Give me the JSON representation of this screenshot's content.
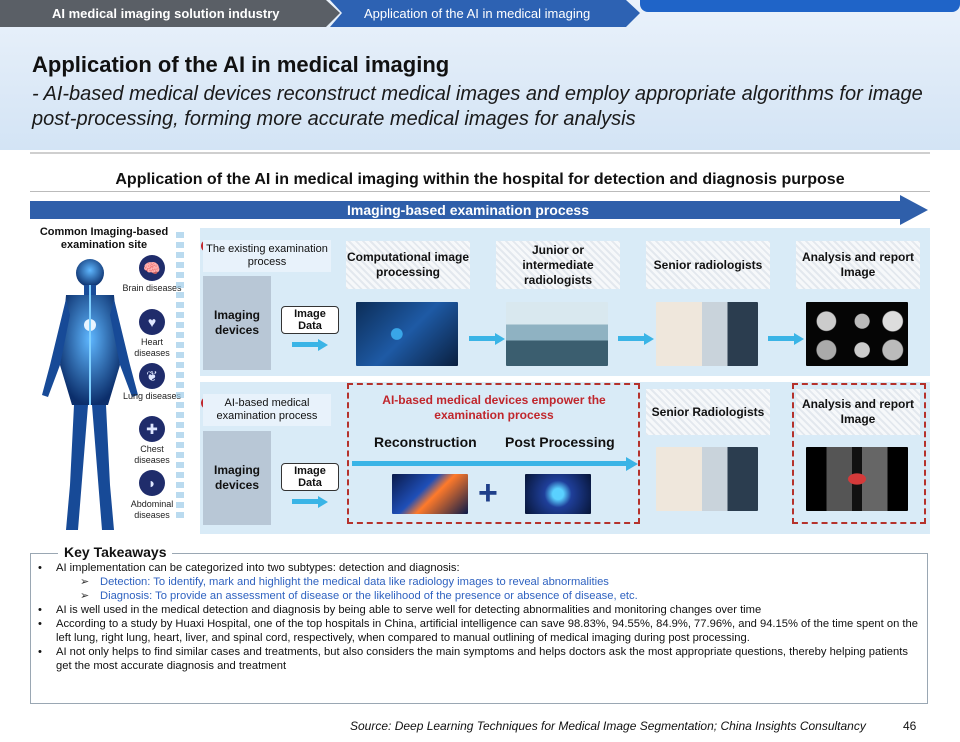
{
  "header": {
    "breadcrumb_1": "AI medical imaging solution industry",
    "breadcrumb_2": "Application of the AI in medical imaging",
    "title": "Application of the AI in medical imaging",
    "subtitle": "- AI-based medical devices reconstruct medical images and employ appropriate algorithms for image post-processing, forming more accurate medical images for analysis"
  },
  "section": {
    "title": "Application of the AI in medical imaging within the hospital for detection and diagnosis purpose",
    "process_arrow": "Imaging-based examination process"
  },
  "sites": {
    "title": "Common Imaging-based examination site",
    "items": [
      {
        "label": "Brain diseases",
        "icon": "brain-icon"
      },
      {
        "label": "Heart diseases",
        "icon": "heart-icon"
      },
      {
        "label": "Lung diseases",
        "icon": "lung-icon"
      },
      {
        "label": "Chest diseases",
        "icon": "chest-icon"
      },
      {
        "label": "Abdominal diseases",
        "icon": "abdomen-icon"
      }
    ]
  },
  "row1": {
    "badge": "1",
    "label": "The existing examination process",
    "devices": "Imaging devices",
    "image_data": "Image Data",
    "steps": [
      "Computational image processing",
      "Junior or intermediate radiologists",
      "Senior radiologists",
      "Analysis and report Image"
    ]
  },
  "row2": {
    "badge": "2",
    "label": "AI-based medical examination process",
    "devices": "Imaging devices",
    "image_data": "Image Data",
    "ai_heading": "AI-based medical devices empower the examination process",
    "reconstruction": "Reconstruction",
    "post_processing": "Post Processing",
    "plus": "+",
    "steps": [
      "Senior Radiologists",
      "Analysis and report Image"
    ]
  },
  "takeaways": {
    "title": "Key Takeaways",
    "bullet_1": "AI implementation can be categorized into two subtypes: detection and diagnosis:",
    "sub_1": "Detection: To identify, mark and highlight the medical data like radiology images to reveal abnormalities",
    "sub_2": "Diagnosis: To provide an assessment of disease or the likelihood of the presence or absence of disease, etc.",
    "bullet_2": "AI is well used in the medical detection and diagnosis by  being able to serve well for detecting abnormalities and monitoring changes over time",
    "bullet_3": "According to a study by Huaxi Hospital, one of the top hospitals in China, artificial intelligence can save 98.83%, 94.55%, 84.9%, 77.96%, and 94.15% of the time spent on the left lung, right lung, heart, liver, and spinal cord, respectively, when compared to manual outlining of medical imaging during post processing.",
    "bullet_4": "AI not only helps to find similar cases and treatments, but also considers the main symptoms and helps doctors ask the most appropriate questions, thereby helping patients get the most accurate diagnosis and treatment"
  },
  "footer": {
    "source": "Source: Deep Learning Techniques for Medical Image Segmentation; China Insights Consultancy",
    "page": "46"
  },
  "colors": {
    "accent_blue": "#2f5faa",
    "arrow_cyan": "#3ab4e6",
    "ai_red": "#c0262c",
    "detection_blue": "#2f62c0"
  }
}
